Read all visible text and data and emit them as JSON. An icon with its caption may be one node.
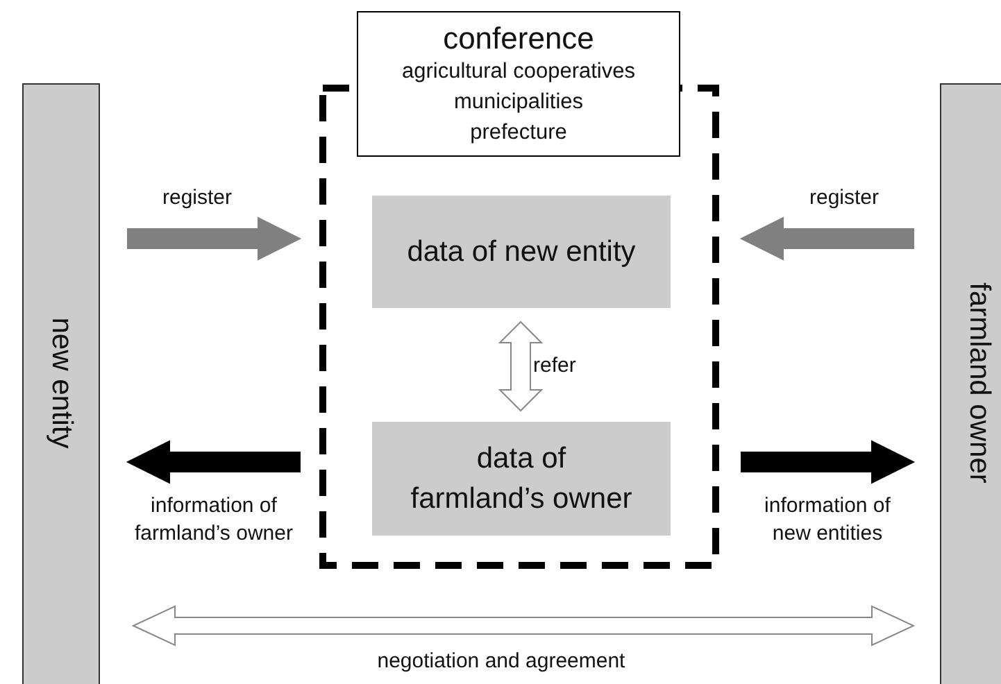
{
  "diagram": {
    "nodes": [
      {
        "text": [
          "new entity"
        ]
      },
      {
        "text": [],
        "shape": "box"
      },
      {
        "text": [
          "conference",
          "agricultural cooperatives",
          "municipalities",
          "prefecture"
        ]
      },
      {
        "text": [
          "data of new entity"
        ],
        "in": 1
      },
      {
        "text": [
          "data of farmland’s owner"
        ],
        "in": 1
      },
      {
        "text": [
          "farmland owner"
        ]
      }
    ],
    "edges": [
      {
        "from": 0,
        "to": 1,
        "arrow": "to",
        "label": "register",
        "color": "#808080"
      },
      {
        "from": 5,
        "to": 1,
        "arrow": "to",
        "label": "register",
        "color": "#808080"
      },
      {
        "from": 3,
        "to": 4,
        "arrow": "both",
        "label": "refer",
        "color": "#ffffff"
      },
      {
        "from": 1,
        "to": 0,
        "arrow": "to",
        "label": "information of farmland’s owner",
        "color": "#000000"
      },
      {
        "from": 1,
        "to": 5,
        "arrow": "to",
        "label": "information of new entities",
        "color": "#000000"
      },
      {
        "from": 0,
        "to": 5,
        "arrow": "both",
        "label": "negotiation and agreement",
        "color": "#ffffff"
      }
    ]
  }
}
